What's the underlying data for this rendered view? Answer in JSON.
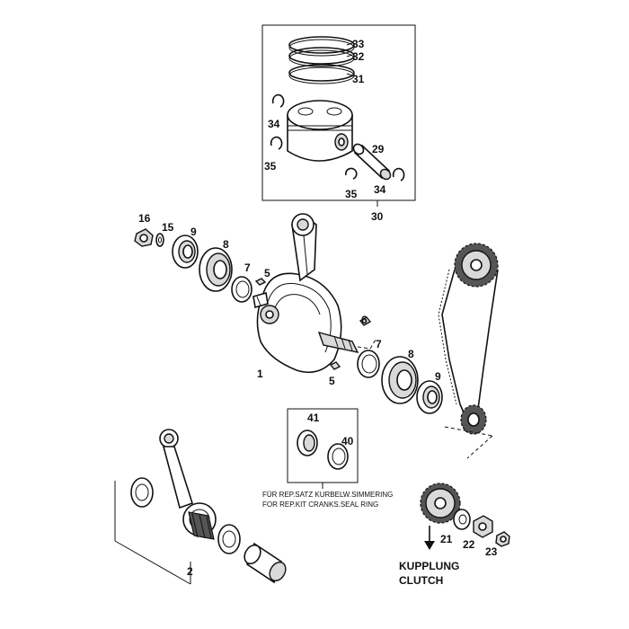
{
  "part_numbers": {
    "p1": "1",
    "p2": "2",
    "p5a": "5",
    "p5b": "5",
    "p6": "6",
    "p7a": "7",
    "p7b": "7",
    "p8a": "8",
    "p8b": "8",
    "p9a": "9",
    "p9b": "9",
    "p15": "15",
    "p16": "16",
    "p21": "21",
    "p22": "22",
    "p23": "23",
    "p29": "29",
    "p30": "30",
    "p31": "31",
    "p32": "32",
    "p33": "33",
    "p34a": "34",
    "p34b": "34",
    "p35a": "35",
    "p35b": "35",
    "p40": "40",
    "p41": "41"
  },
  "note": {
    "line1": "FÜR REP.SATZ KURBELW.SIMMERING",
    "line2": "FOR REP.KIT CRANKS.SEAL RING"
  },
  "clutch": {
    "line1": "KUPPLUNG",
    "line2": "CLUTCH"
  }
}
